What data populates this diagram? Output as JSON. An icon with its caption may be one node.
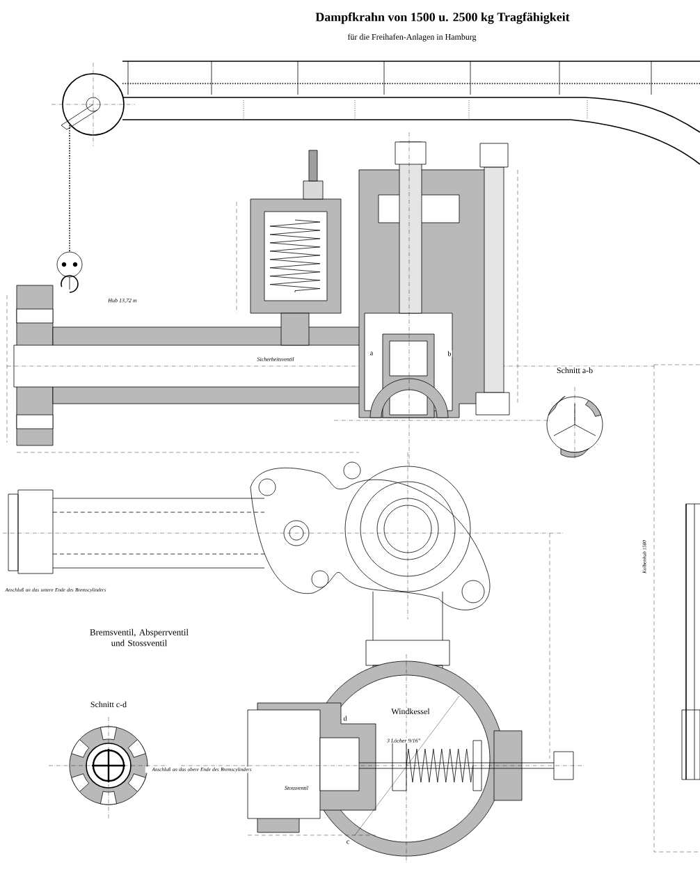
{
  "diagram": {
    "title": "Dampfkrahn von 1500 u. 2500 kg Tragfähigkeit",
    "labels": [
      "für die Freihafen-Anlagen in Hamburg",
      "Hub 13,72 m",
      "Sicherheitsventil",
      "a",
      "b",
      "Schnitt a-b",
      "Anschluß an das untere Ende des Bremscylinders",
      "Bremsventil, Absperrventil und Stossventil",
      "Kolbenhub 1500",
      "Schnitt c-d",
      "Windkessel",
      "3 Löcher 9/16\"",
      "Anschluß an das obere Ende des Bremscylinders",
      "Stossventil",
      "c",
      "d"
    ]
  }
}
